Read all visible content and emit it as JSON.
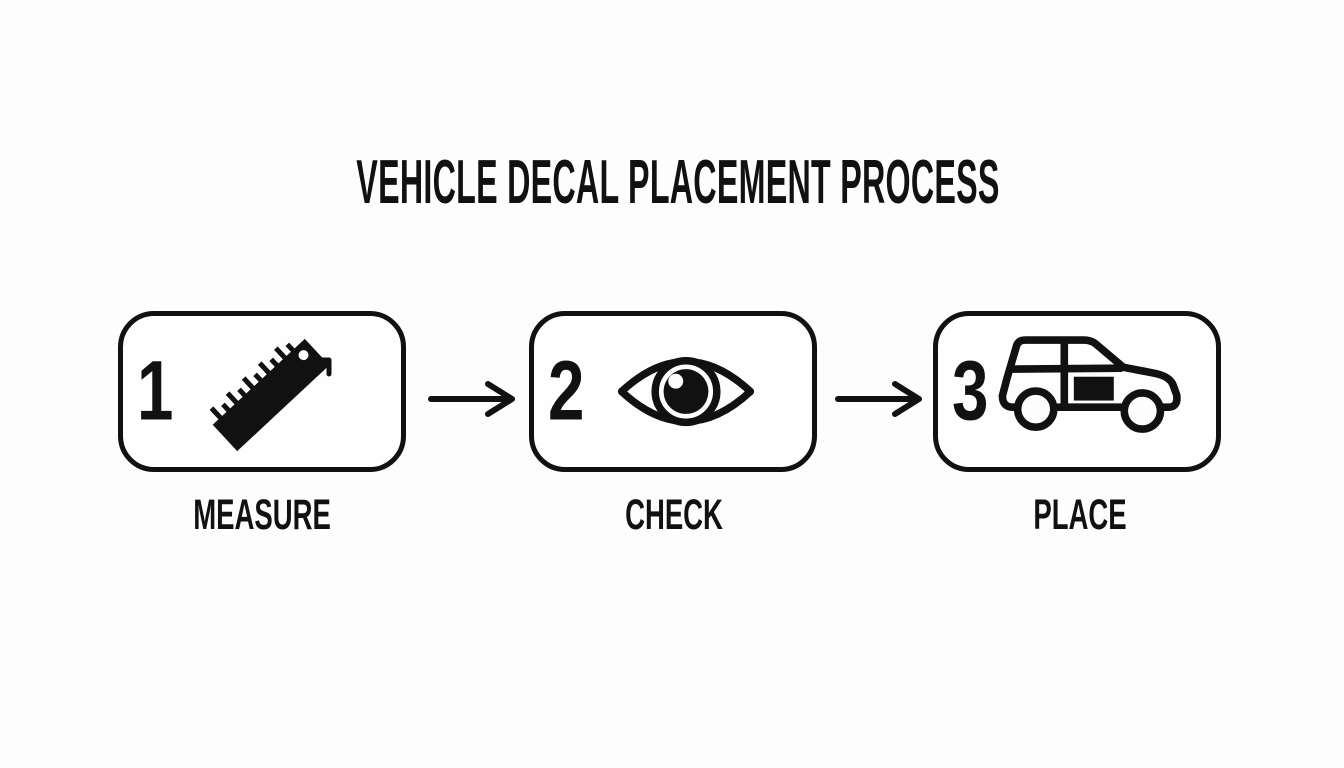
{
  "title": "VEHICLE DECAL PLACEMENT PROCESS",
  "colors": {
    "ink": "#111111",
    "background": "#fdfdfd",
    "box_fill": "#fefefe"
  },
  "steps": [
    {
      "number": "1",
      "label": "MEASURE",
      "icon": "ruler-icon"
    },
    {
      "number": "2",
      "label": "CHECK",
      "icon": "eye-icon"
    },
    {
      "number": "3",
      "label": "PLACE",
      "icon": "car-decal-icon"
    }
  ],
  "connectors": [
    {
      "icon": "arrow-right-icon"
    },
    {
      "icon": "arrow-right-icon"
    }
  ]
}
